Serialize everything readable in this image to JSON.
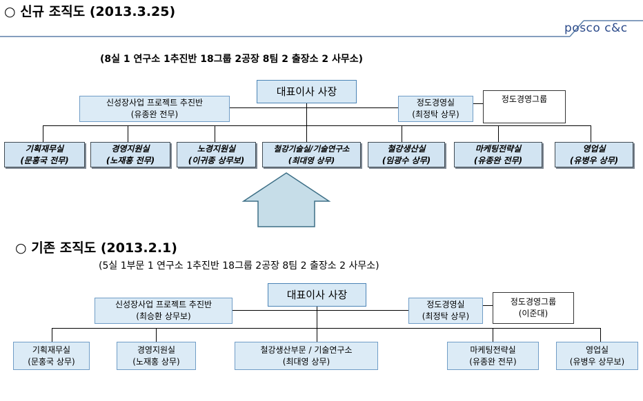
{
  "brand": {
    "logo": "posco c&c"
  },
  "new_org": {
    "title": "○ 신규 조직도  (2013.3.25)",
    "summary": "(8실 1 연구소  1추진반  18그룹  2공장  8팀  2 출장소 2 사무소)",
    "ceo": "대표이사 사장",
    "project": {
      "name": "신성장사업 프로젝트 추진반",
      "person": "(유종완 전무)"
    },
    "ethics": {
      "name": "정도경영실",
      "person": "(최정탁 상무)"
    },
    "ethics_group": {
      "name": "정도경영그룹"
    },
    "divisions": [
      {
        "name": "기획재무실",
        "person": "(문홍국 전무)"
      },
      {
        "name": "경영지원실",
        "person": "(노재홍 전무)"
      },
      {
        "name": "노경지원실",
        "person": "(이귀종 상무보)"
      },
      {
        "name": "철강기술실/기술연구소",
        "person": "(최대영 상무)"
      },
      {
        "name": "철강생산실",
        "person": "(임광수 상무)"
      },
      {
        "name": "마케팅전략실",
        "person": "(유종완 전무)"
      },
      {
        "name": "영업실",
        "person": "(유병우 상무)"
      }
    ]
  },
  "old_org": {
    "title": "○ 기존 조직도  (2013.2.1)",
    "summary": "(5실 1부문  1 연구소  1추진반  18그룹  2공장  8팀  2 출장소 2 사무소)",
    "ceo": "대표이사 사장",
    "project": {
      "name": "신성장사업 프로젝트 추진반",
      "person": "(최승환 상무보)"
    },
    "ethics": {
      "name": "정도경영실",
      "person": "(최정탁 상무)"
    },
    "ethics_group": {
      "name": "정도경영그룹",
      "person": "(이준대)"
    },
    "divisions": [
      {
        "name": "기획재무실",
        "person": "(문홍국 상무)"
      },
      {
        "name": "경영지원실",
        "person": "(노재홍 상무)"
      },
      {
        "name": "철강생산부문 / 기술연구소",
        "person": "(최대영 상무)"
      },
      {
        "name": "마케팅전략실",
        "person": "(유종완 전무)"
      },
      {
        "name": "영업실",
        "person": "(유병우 상무보)"
      }
    ]
  },
  "colors": {
    "box_fill": "#d2e4f2",
    "box_border": "#4a83b5",
    "arrow_fill": "#c6dde8",
    "arrow_stroke": "#3d6f86"
  }
}
